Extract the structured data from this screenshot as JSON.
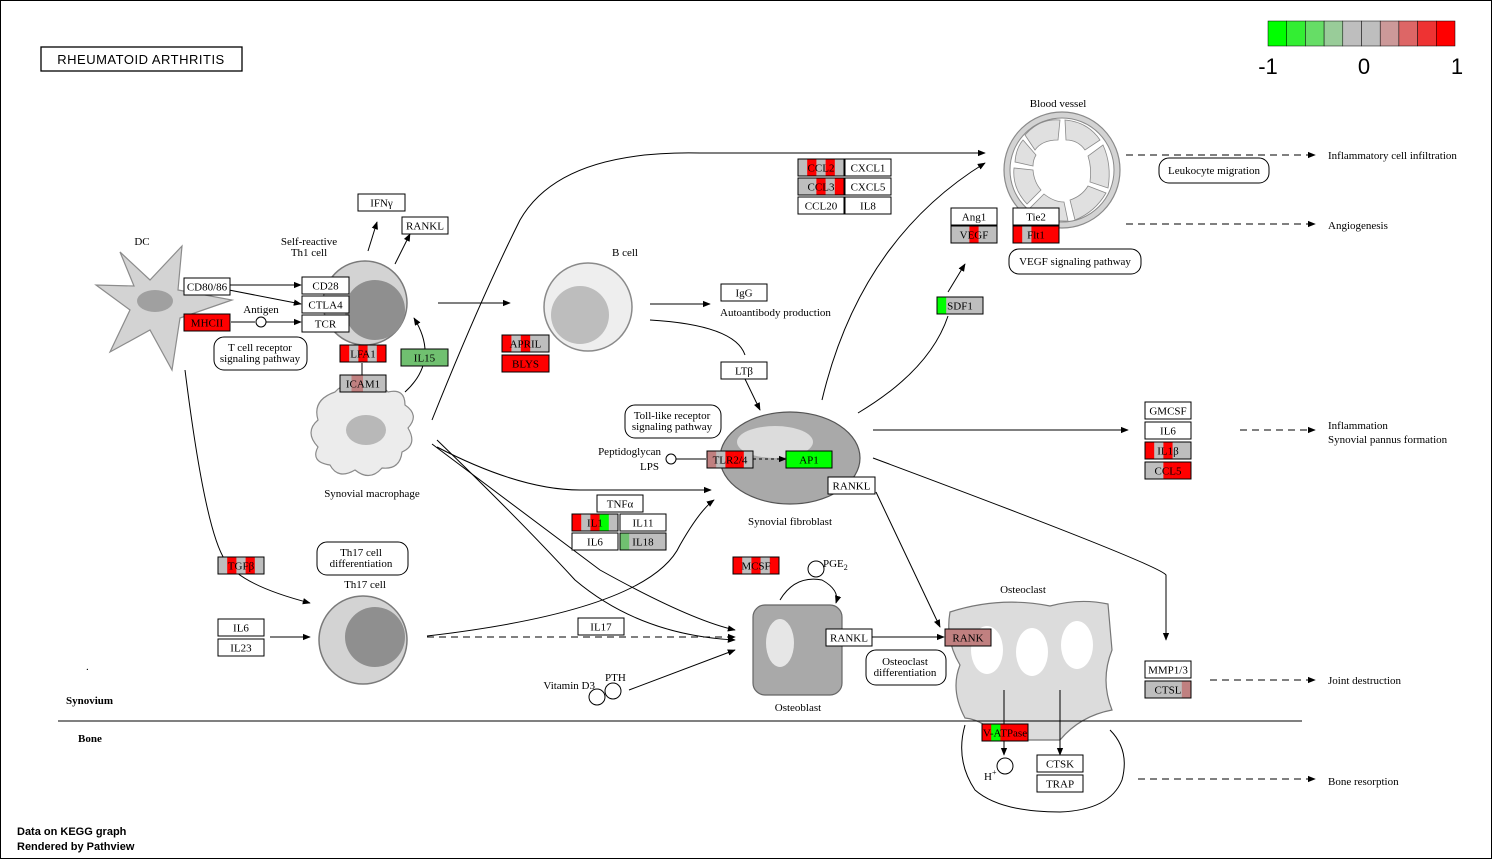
{
  "title": "RHEUMATOID ARTHRITIS",
  "legend": {
    "ticks": [
      "-1",
      "0",
      "1"
    ],
    "colors": [
      "#00ff00",
      "#33ee33",
      "#66dd66",
      "#99cc99",
      "#bebebe",
      "#bebebe",
      "#cc9999",
      "#dd6666",
      "#ee3333",
      "#ff0000"
    ]
  },
  "colors": {
    "up": "#ff0000",
    "down": "#00ff00",
    "neutral": "#bebebe",
    "mild_up": "#c08080",
    "mild_down": "#70c070",
    "cell": "#dcdcdc",
    "cell_dark": "#a9a9a9",
    "cell_core": "#808080"
  },
  "cells": {
    "dc": "DC",
    "th1": "Self-reactive\nTh1 cell",
    "b_cell": "B cell",
    "macrophage": "Synovial macrophage",
    "th17": "Th17 cell",
    "fibroblast": "Synovial fibroblast",
    "osteoblast": "Osteoblast",
    "osteoclast": "Osteoclast",
    "blood_vessel": "Blood vessel"
  },
  "pathways": {
    "tcr": "T cell receptor\nsignaling pathway",
    "th17_diff": "Th17 cell\ndifferentiation",
    "tlr": "Toll-like receptor\nsignaling pathway",
    "vegf": "VEGF signaling pathway",
    "leuko": "Leukocyte migration",
    "osteo_diff": "Osteoclast\ndifferentiation"
  },
  "outcomes": {
    "infiltration": "Inflammatory cell infiltration",
    "angiogenesis": "Angiogenesis",
    "inflammation": "Inflammation\nSynovial pannus formation",
    "joint": "Joint destruction",
    "bone": "Bone resorption"
  },
  "texts": {
    "antigen": "Antigen",
    "autoantibody": "Autoantibody production",
    "peptidoglycan": "Peptidoglycan",
    "lps": "LPS",
    "vitd3": "Vitamin D3",
    "pth": "PTH",
    "pge2": "PGE",
    "pge2_sub": "2",
    "h": "H",
    "h_sup": "+",
    "synovium": "Synovium",
    "bone": "Bone",
    "dot": ".",
    "footer1": "Data on KEGG graph",
    "footer2": "Rendered by Pathview"
  },
  "genes": {
    "cd80": "CD80/86",
    "mhcii": "MHCII",
    "cd28": "CD28",
    "ctla4": "CTLA4",
    "tcr": "TCR",
    "ifng": "IFNγ",
    "rankl_th1": "RANKL",
    "lfa1": "LFA1",
    "icam1": "ICAM1",
    "il15": "IL15",
    "april": "APRIL",
    "blys": "BLYS",
    "igg": "IgG",
    "ltb": "LTβ",
    "ccl2": "CCL2",
    "cxcl1": "CXCL1",
    "ccl3": "CCL3",
    "cxcl5": "CXCL5",
    "ccl20": "CCL20",
    "il8": "IL8",
    "ang1": "Ang1",
    "tie2": "Tie2",
    "vegf": "VEGF",
    "flt1": "Flt1",
    "sdf1": "SDF1",
    "gmcsf": "GMCSF",
    "il6_r": "IL6",
    "il1b": "IL1β",
    "ccl5": "CCL5",
    "tlr24": "TLR2/4",
    "ap1": "AP1",
    "rankl_fib": "RANKL",
    "tnfa": "TNFα",
    "il1": "IL1",
    "il11": "IL11",
    "il6_m": "IL6",
    "il18": "IL18",
    "tgfb": "TGFβ",
    "il6_l": "IL6",
    "il23": "IL23",
    "il17": "IL17",
    "mcsf": "MCSF",
    "rankl_ob": "RANKL",
    "rank": "RANK",
    "mmp13": "MMP1/3",
    "ctsl": "CTSL",
    "vatpase": "V-ATPase",
    "ctsk": "CTSK",
    "trap": "TRAP"
  }
}
